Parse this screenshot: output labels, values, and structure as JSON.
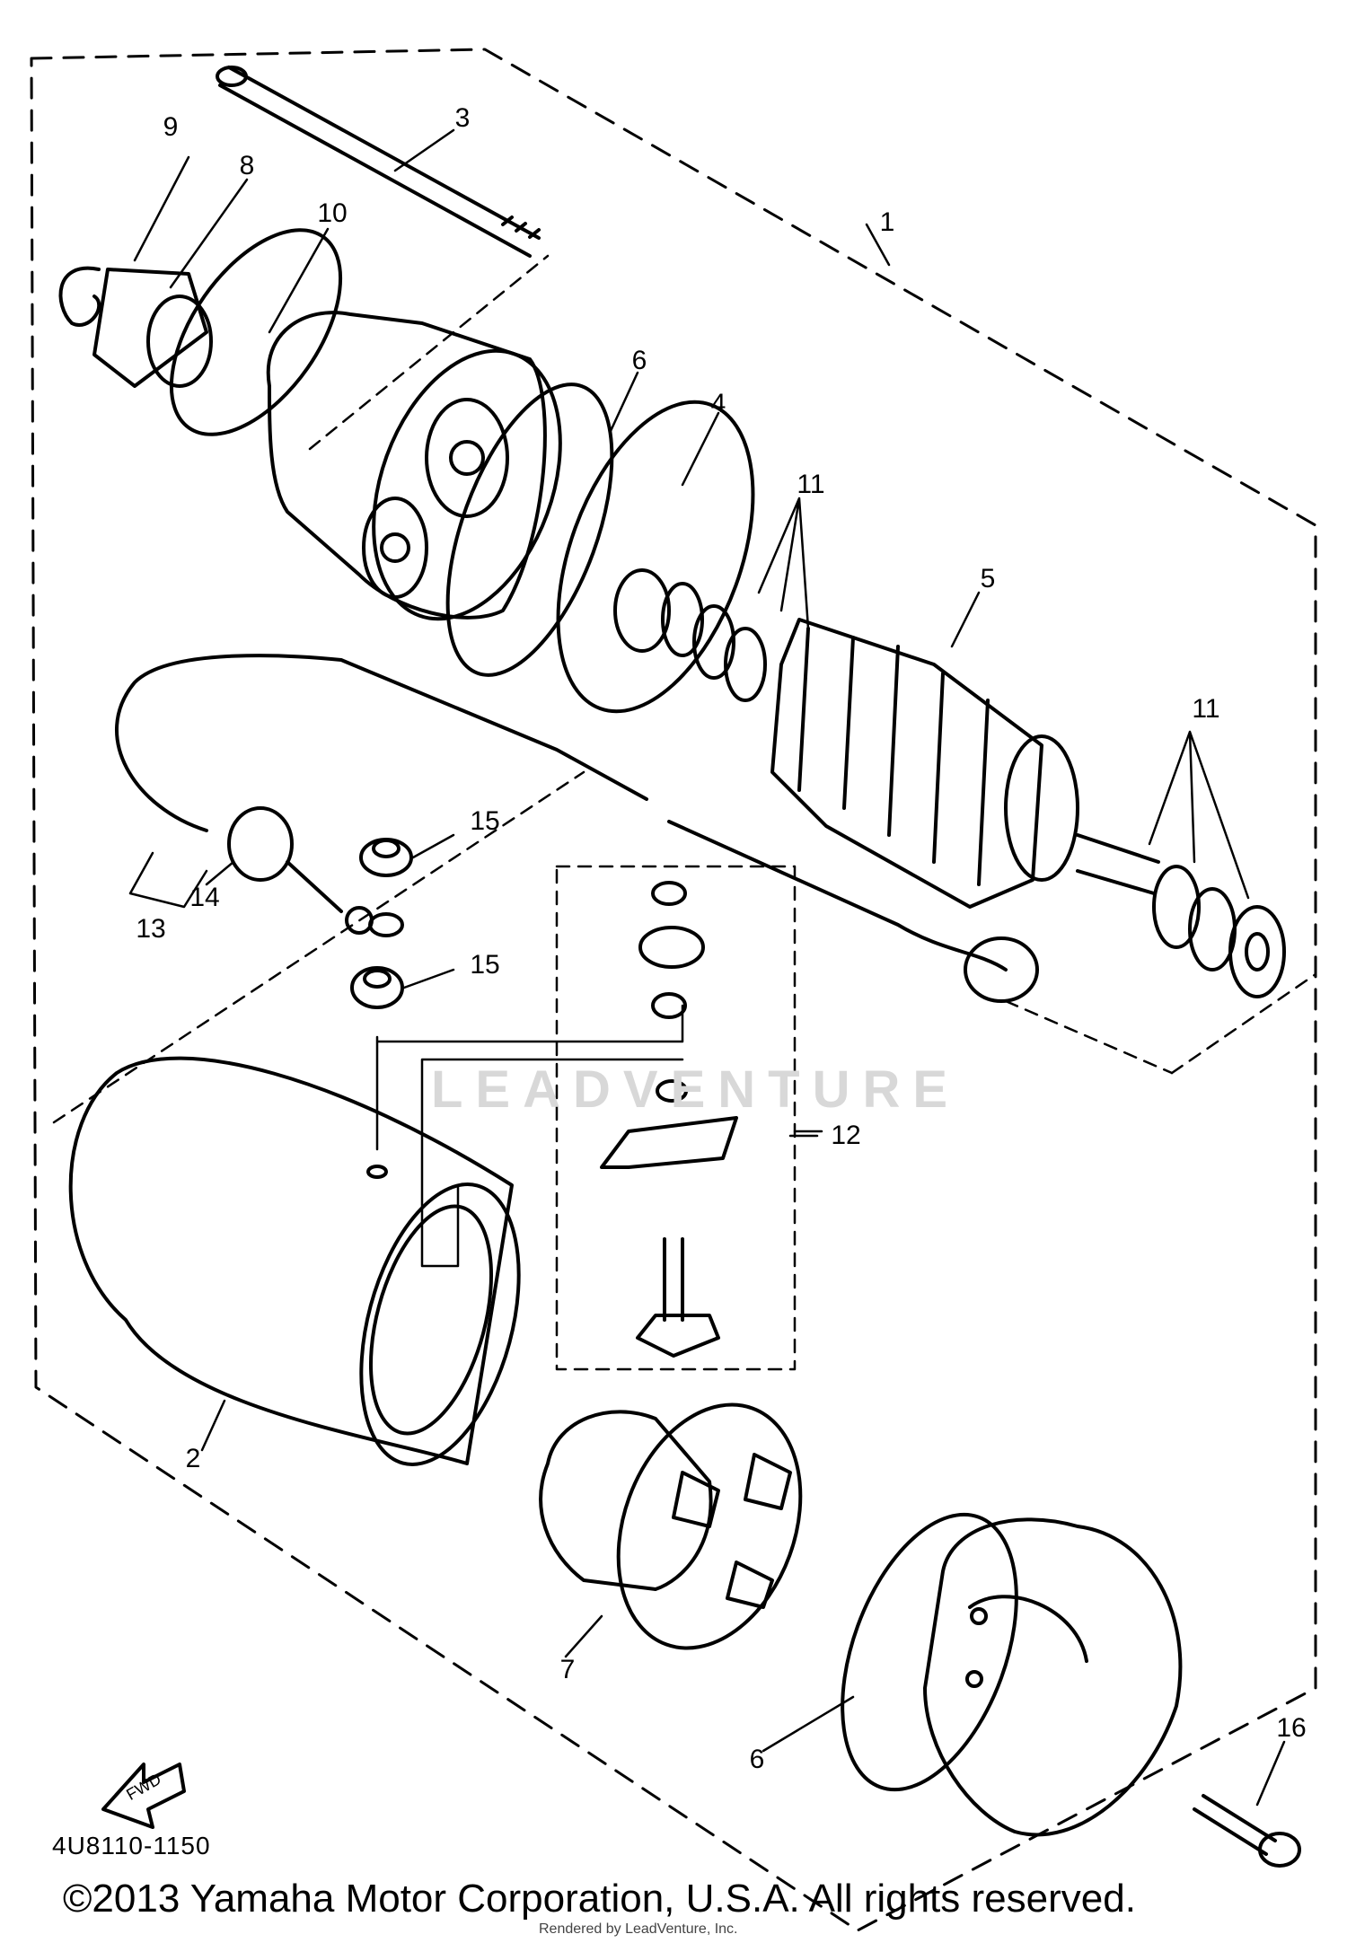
{
  "diagram": {
    "callouts": {
      "c1": "1",
      "c2": "2",
      "c3": "3",
      "c4": "4",
      "c5": "5",
      "c6a": "6",
      "c6b": "6",
      "c7": "7",
      "c8": "8",
      "c9": "9",
      "c10": "10",
      "c11a": "11",
      "c11b": "11",
      "c12": "12",
      "c13": "13",
      "c14": "14",
      "c15a": "15",
      "c15b": "15",
      "c16": "16"
    },
    "direction_label": "FWD",
    "reference_number": "4U8110-1150",
    "watermark": "LEADVENTURE",
    "copyright": "©2013 Yamaha Motor Corporation, U.S.A. All rights reserved.",
    "rendered_by": "Rendered by LeadVenture, Inc."
  }
}
